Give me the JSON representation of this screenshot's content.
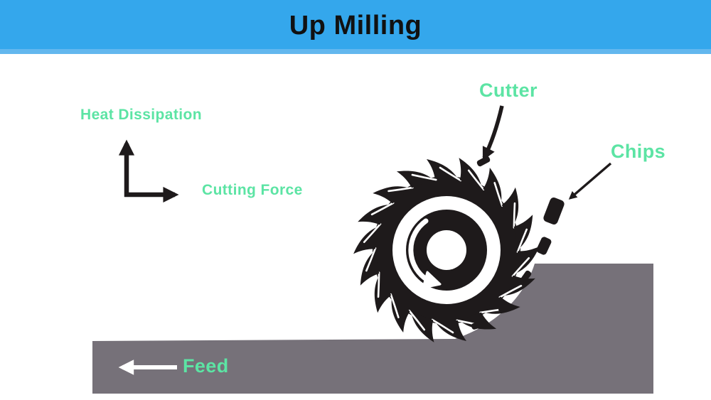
{
  "title": "Up Milling",
  "labels": {
    "heat_dissipation": "Heat Dissipation",
    "cutting_force": "Cutting Force",
    "cutter": "Cutter",
    "chips": "Chips",
    "feed": "Feed"
  },
  "diagram": {
    "process": "Up Milling",
    "cutter_rotation": "counterclockwise",
    "teeth_count": 18,
    "feed_direction": "left"
  },
  "colors": {
    "header_blue": "#34A7EC",
    "header_strip_blue": "#63B7EE",
    "label_green": "#5CE4A4",
    "workpiece_gray": "#767179",
    "ink_black": "#1E1A1B",
    "title_black": "#111111",
    "white": "#FFFFFF"
  }
}
